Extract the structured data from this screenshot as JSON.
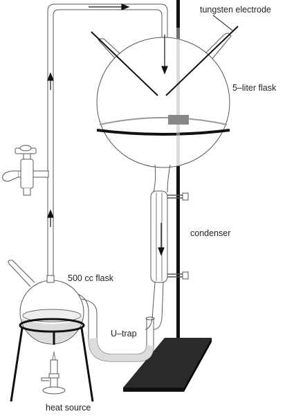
{
  "labels": {
    "tungsten_electrode": "tungsten electrode",
    "five_liter_flask": "5–liter flask",
    "condenser": "condenser",
    "five_hundred_cc_flask": "500 cc flask",
    "u_trap": "U–trap",
    "heat_source": "heat source"
  },
  "colors": {
    "glass_outline": "#555555",
    "stand": "#111111",
    "base_plate": "#2a2a2a",
    "electrode": "#111111",
    "clamp": "#888888",
    "liquid": "#dcdcdc"
  }
}
